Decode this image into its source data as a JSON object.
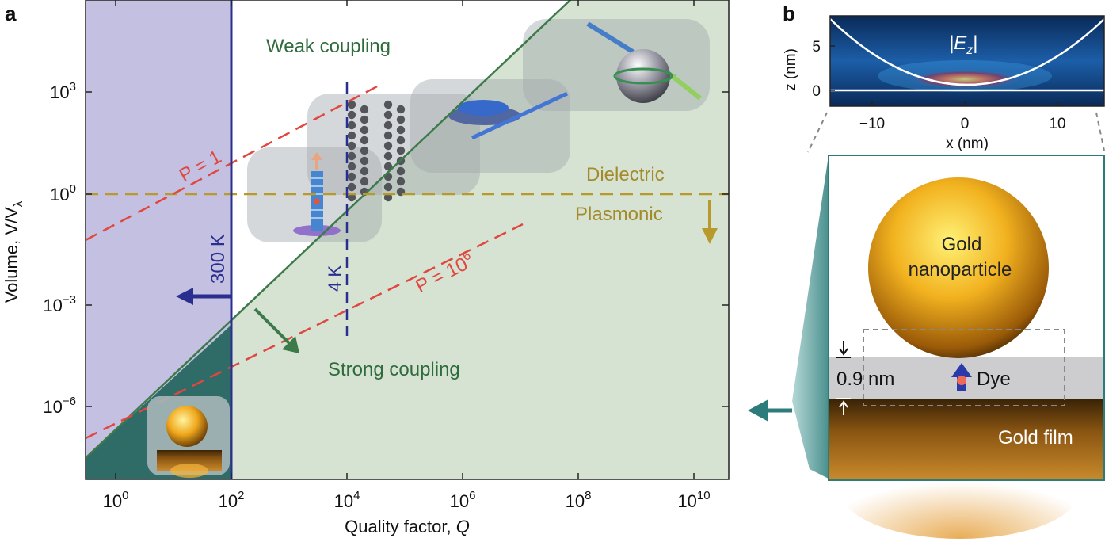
{
  "panel_a": {
    "label": "a",
    "x_axis_label": "Quality factor, ",
    "x_axis_var": "Q",
    "y_axis_label": "Volume, V/V",
    "y_axis_sub": "λ",
    "x_ticks": [
      {
        "base": "10",
        "exp": "0"
      },
      {
        "base": "10",
        "exp": "2"
      },
      {
        "base": "10",
        "exp": "4"
      },
      {
        "base": "10",
        "exp": "6"
      },
      {
        "base": "10",
        "exp": "8"
      },
      {
        "base": "10",
        "exp": "10"
      }
    ],
    "y_ticks": [
      {
        "base": "10",
        "exp": "3"
      },
      {
        "base": "10",
        "exp": "0"
      },
      {
        "base": "10",
        "exp": "−3"
      },
      {
        "base": "10",
        "exp": "−6"
      }
    ],
    "region_weak": "Weak coupling",
    "region_strong": "Strong coupling",
    "label_dielectric": "Dielectric",
    "label_plasmonic": "Plasmonic",
    "label_300k": "300 K",
    "label_4k": "4 K",
    "label_p1": "P = 1",
    "label_p1e6_main": "P = 10",
    "label_p1e6_exp": "6",
    "colors": {
      "purple_region": "#c4c0e2",
      "strong_region": "#d6e3d3",
      "teal_region": "#2f6b67",
      "blue_line": "#2a2f8f",
      "green_line": "#3d7a4a",
      "red_dash": "#e0473f",
      "olive_dash": "#b89a2c"
    }
  },
  "panel_b": {
    "label": "b",
    "field_label": "|E",
    "field_sub": "z",
    "field_close": "|",
    "z_axis_label": "z (nm)",
    "x_axis_label": "x (nm)",
    "z_ticks": [
      "5",
      "0"
    ],
    "x_ticks": [
      "−10",
      "0",
      "10"
    ],
    "particle_line1": "Gold",
    "particle_line2": "nanoparticle",
    "gap_label": "0.9 nm",
    "dye_label": "Dye",
    "film_label": "Gold film"
  }
}
